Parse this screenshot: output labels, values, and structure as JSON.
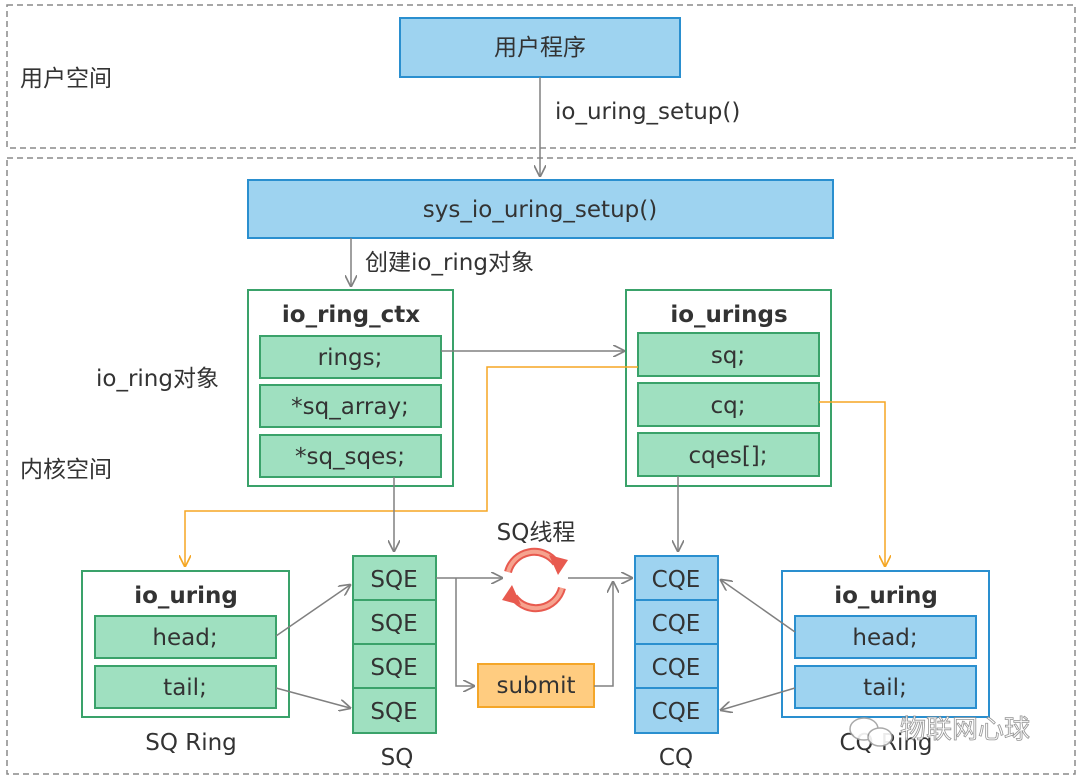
{
  "user_space": {
    "label": "用户空间"
  },
  "kernel_space": {
    "label": "内核空间"
  },
  "user_program": {
    "label": "用户程序"
  },
  "io_uring_setup_call": {
    "label": "io_uring_setup()"
  },
  "sys_io_uring_setup": {
    "label": "sys_io_uring_setup()"
  },
  "create_label": {
    "label": "创建io_ring对象"
  },
  "io_ring_object_label": {
    "label": "io_ring对象"
  },
  "io_ring_ctx": {
    "title": "io_ring_ctx",
    "fields": [
      "rings;",
      "*sq_array;",
      "*sq_sqes;"
    ]
  },
  "io_urings": {
    "title": "io_urings",
    "fields": [
      "sq;",
      "cq;",
      "cqes[];"
    ]
  },
  "sq_ring": {
    "title": "io_uring",
    "fields": [
      "head;",
      "tail;"
    ],
    "caption": "SQ Ring"
  },
  "cq_ring": {
    "title": "io_uring",
    "fields": [
      "head;",
      "tail;"
    ],
    "caption": "CQ Ring"
  },
  "sq": {
    "entries": [
      "SQE",
      "SQE",
      "SQE",
      "SQE"
    ],
    "caption": "SQ"
  },
  "cq": {
    "entries": [
      "CQE",
      "CQE",
      "CQE",
      "CQE"
    ],
    "caption": "CQ"
  },
  "sq_thread": {
    "label": "SQ线程"
  },
  "submit": {
    "label": "submit"
  },
  "watermark": {
    "label": "物联网心球"
  },
  "colors": {
    "blue_fill": "#9ed3f0",
    "blue_stroke": "#2a8fcf",
    "green_fill": "#9fe0c0",
    "green_stroke": "#3aa26a",
    "orange_fill": "#ffcc80",
    "orange_stroke": "#f4a629",
    "orange_line": "#f5a623",
    "arrow_gray": "#808080",
    "dashed_border": "#8a8a8a"
  }
}
